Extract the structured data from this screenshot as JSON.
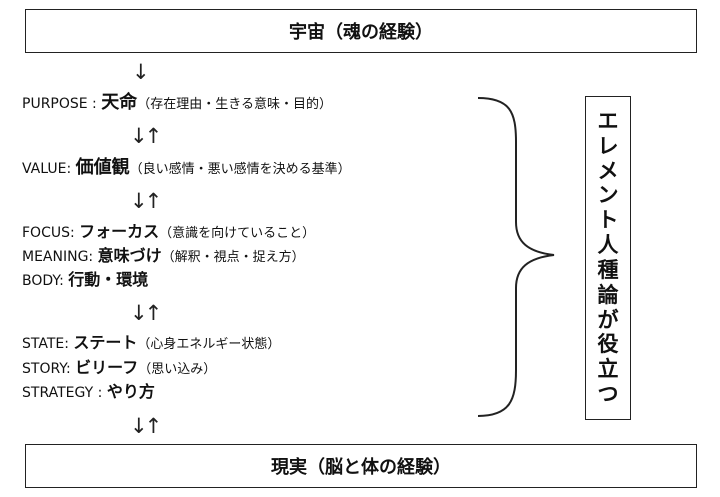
{
  "top_box": "宇宙（魂の経験）",
  "bottom_box": "現実（脳と体の経験）",
  "arrows": {
    "down": "↓",
    "bidir": "↓↑"
  },
  "rows": [
    {
      "label": "PURPOSE : ",
      "term": "天命",
      "desc": "（存在理由・生きる意味・目的）"
    },
    {
      "label": "VALUE:  ",
      "term": "価値観",
      "desc": "（良い感情・悪い感情を決める基準）"
    },
    {
      "label": "FOCUS:  ",
      "term": "フォーカス",
      "desc": "（意識を向けていること）"
    },
    {
      "label": "MEANING:  ",
      "term": "意味づけ",
      "desc": "（解釈・視点・捉え方）"
    },
    {
      "label": "BODY:  ",
      "term": "行動・環境",
      "desc": ""
    },
    {
      "label": "STATE:  ",
      "term": "ステート",
      "desc": "（心身エネルギー状態）"
    },
    {
      "label": "STORY:  ",
      "term": "ビリーフ",
      "desc": "（思い込み）"
    },
    {
      "label": "STRATEGY : ",
      "term": "やり方",
      "desc": ""
    }
  ],
  "side_label": "エレメント人種論が役立つ"
}
